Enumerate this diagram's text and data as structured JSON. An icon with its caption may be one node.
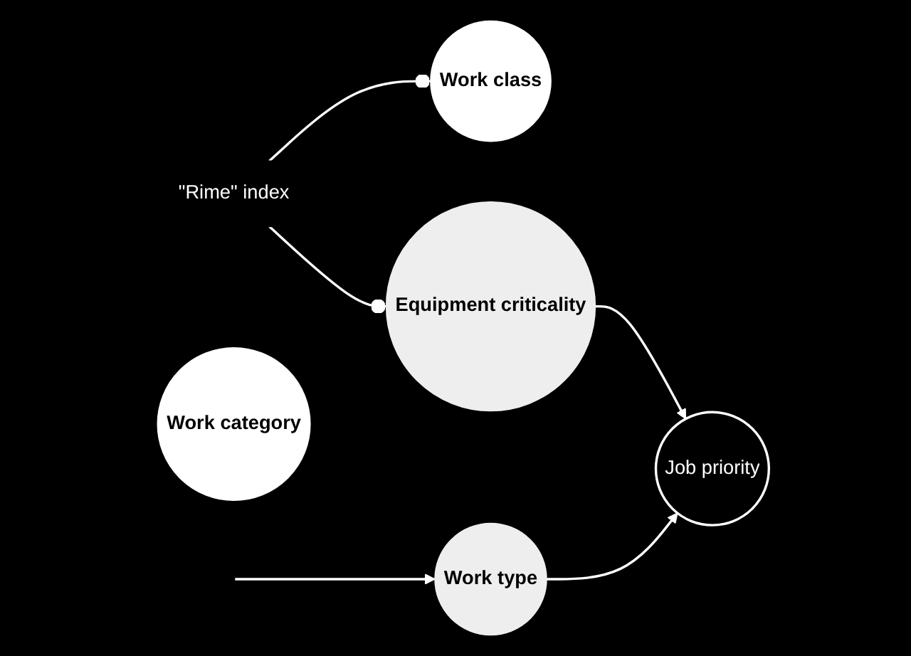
{
  "diagram": {
    "nodes": [
      {
        "text": [
          "\"Rime\" index"
        ]
      },
      {
        "text": [
          "Work class"
        ]
      },
      {
        "text": [
          "Work category"
        ]
      },
      {
        "text": [
          "Equipment criticality"
        ]
      },
      {
        "text": [
          "Work type"
        ]
      },
      {
        "text": [
          "Job priority"
        ]
      }
    ],
    "edges": [
      {
        "from": 0,
        "to": 1,
        "arrow": "other"
      },
      {
        "from": 0,
        "to": 3,
        "arrow": "other"
      },
      {
        "from": null,
        "to": 4,
        "arrow": "to"
      },
      {
        "from": 3,
        "to": 5,
        "arrow": "to"
      },
      {
        "from": 4,
        "to": 5,
        "arrow": "to"
      }
    ]
  }
}
